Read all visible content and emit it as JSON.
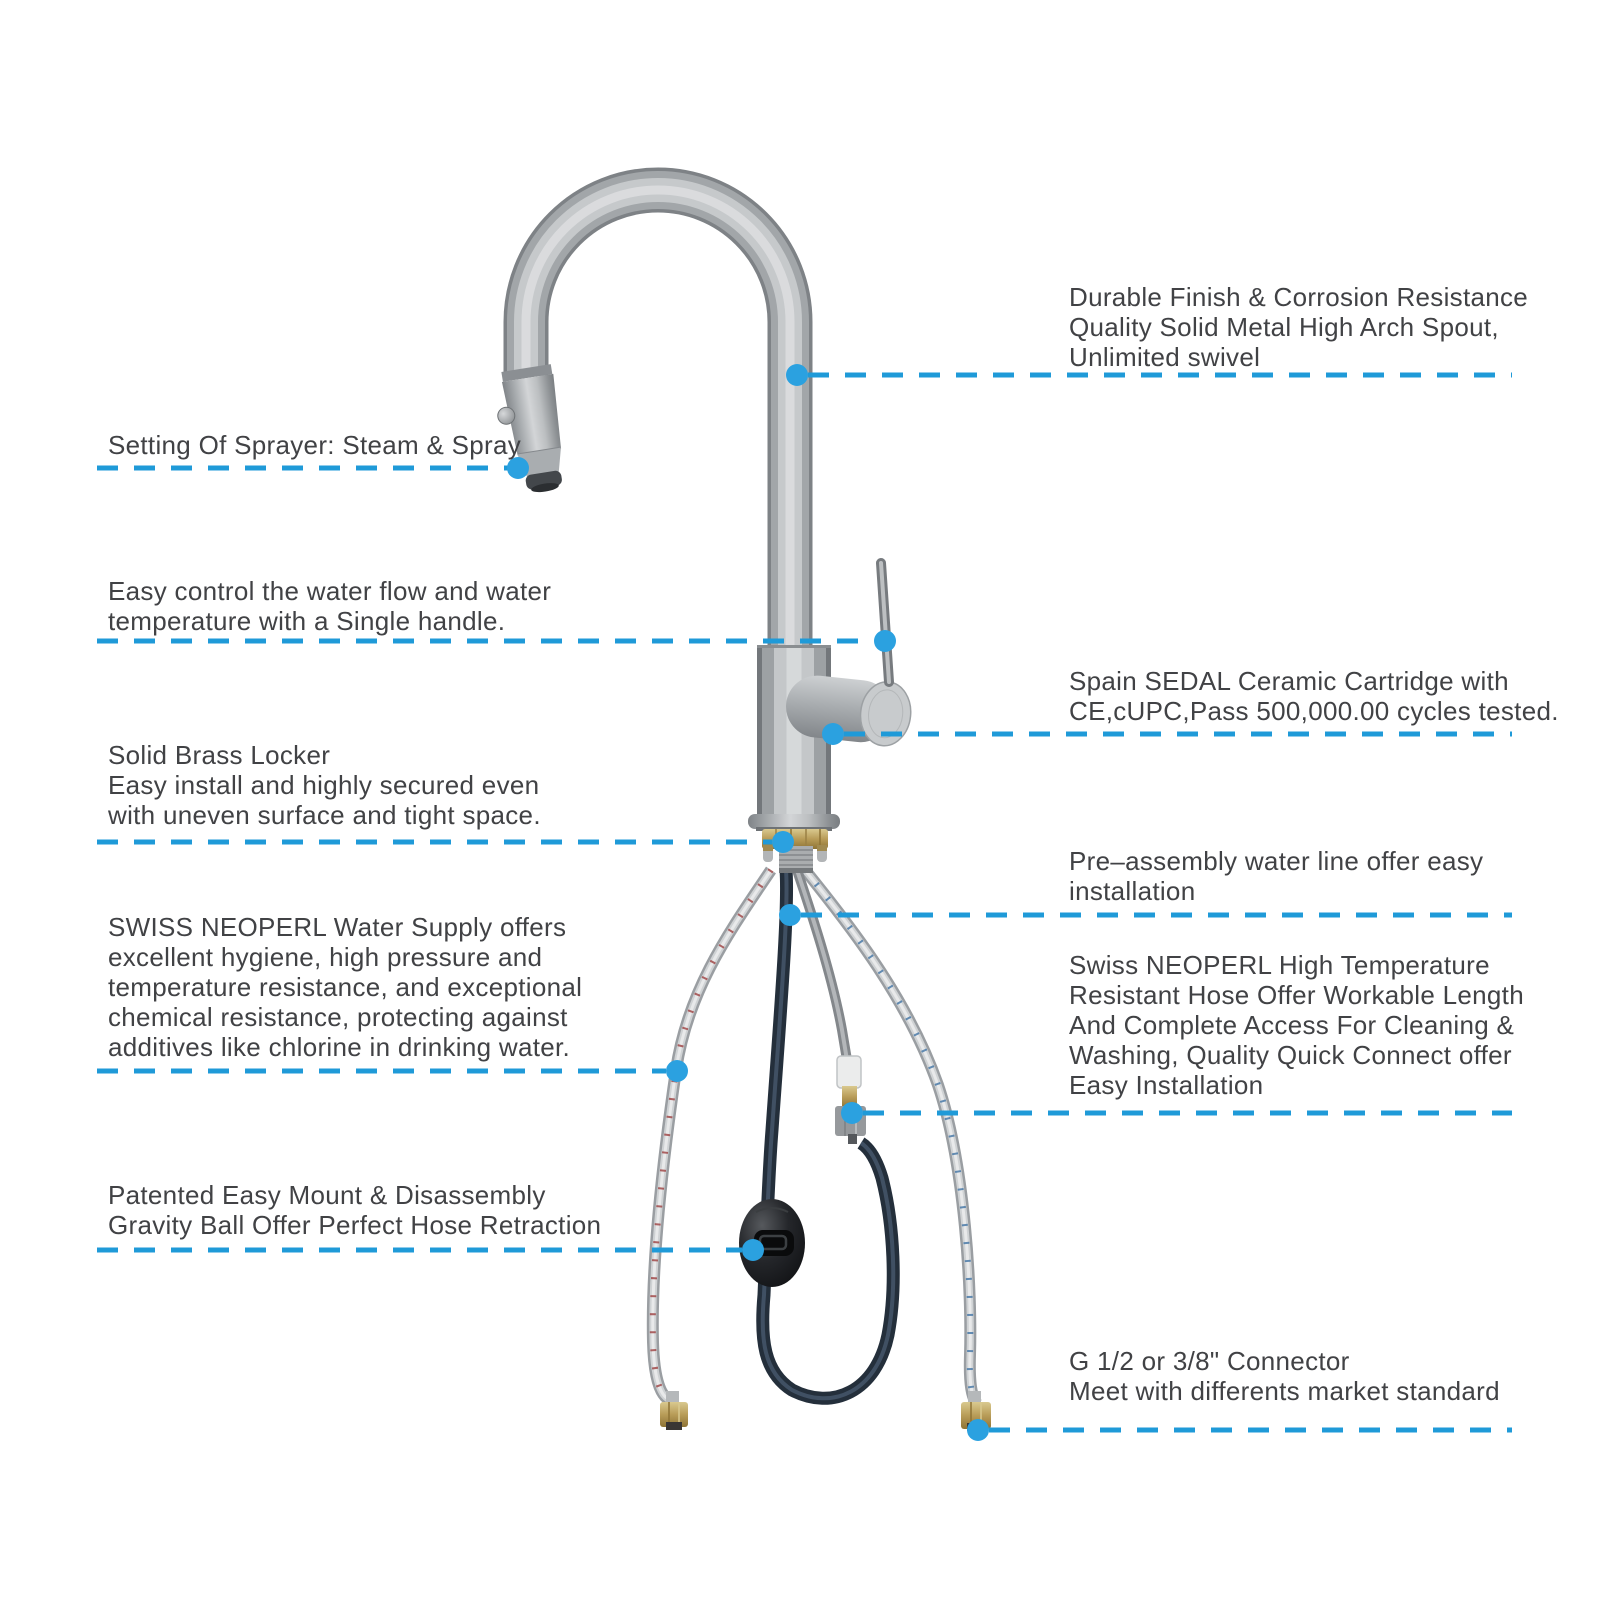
{
  "colors": {
    "accent": "#1f9ad8",
    "dot": "#2ba1e0",
    "text": "#414245",
    "metal": "#b4b7ba",
    "brass": "#b89c58",
    "hose_navy": "#26303c",
    "gravity_ball": "#17191b"
  },
  "icons": {
    "callout_dot": "callout-point-dot",
    "callout_line": "dashed-leader-line"
  },
  "callouts": [
    {
      "id": "spout-finish",
      "side": "right",
      "text": "Durable Finish & Corrosion Resistance\nQuality Solid Metal High Arch Spout,\nUnlimited swivel"
    },
    {
      "id": "sprayer-setting",
      "side": "left",
      "text": "Setting Of Sprayer: Steam & Spray"
    },
    {
      "id": "single-handle",
      "side": "left",
      "text": "Easy control the water flow and water\ntemperature with a Single handle."
    },
    {
      "id": "ceramic-cartridge",
      "side": "right",
      "text": "Spain SEDAL Ceramic Cartridge with\nCE,cUPC,Pass 500,000.00 cycles tested."
    },
    {
      "id": "brass-locker",
      "side": "left",
      "text": "Solid Brass Locker\nEasy install and highly secured even\nwith uneven surface and tight space."
    },
    {
      "id": "pre-assembly",
      "side": "right",
      "text": "Pre–assembly water line offer easy\ninstallation"
    },
    {
      "id": "water-supply",
      "side": "left",
      "text": "SWISS NEOPERL Water Supply offers\nexcellent hygiene, high pressure and\ntemperature resistance, and exceptional\nchemical resistance, protecting against\nadditives like chlorine in drinking water."
    },
    {
      "id": "resistant-hose",
      "side": "right",
      "text": "Swiss NEOPERL High Temperature\nResistant Hose Offer Workable Length\nAnd Complete Access For Cleaning &\nWashing, Quality Quick Connect offer\nEasy Installation"
    },
    {
      "id": "gravity-ball",
      "side": "left",
      "text": "Patented Easy Mount & Disassembly\nGravity Ball Offer Perfect Hose Retraction"
    },
    {
      "id": "connector",
      "side": "right",
      "text": "G 1/2 or 3/8\" Connector\nMeet with differents market standard"
    }
  ]
}
